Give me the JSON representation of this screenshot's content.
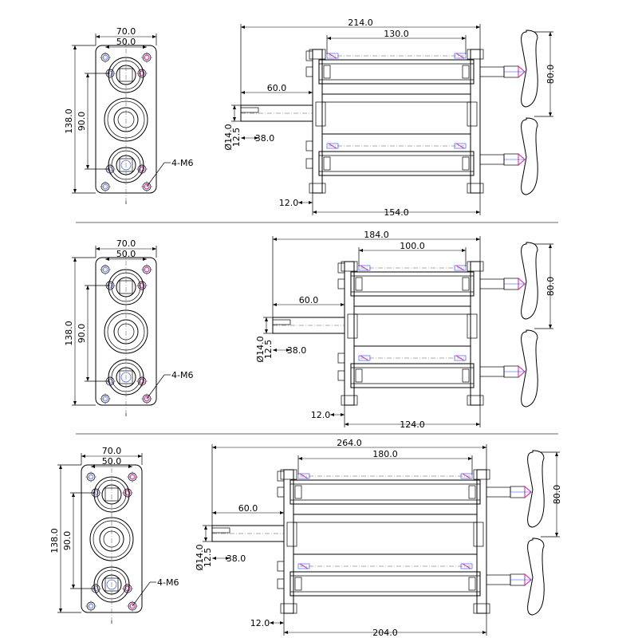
{
  "views": [
    {
      "side": {
        "w70": "70.0",
        "w50": "50.0",
        "h138": "138.0",
        "h90": "90.0",
        "bolt": "4-M6"
      },
      "front": {
        "overall": "214.0",
        "rod": "130.0",
        "shaft": "60.0",
        "dia": "Ø14.0",
        "key": "12.5",
        "keylen": "38.0",
        "handle": "80.0",
        "flange": "12.0",
        "base": "154.0"
      }
    },
    {
      "side": {
        "w70": "70.0",
        "w50": "50.0",
        "h138": "138.0",
        "h90": "90.0",
        "bolt": "4-M6"
      },
      "front": {
        "overall": "184.0",
        "rod": "100.0",
        "shaft": "60.0",
        "dia": "Ø14.0",
        "key": "12.5",
        "keylen": "38.0",
        "handle": "80.0",
        "flange": "12.0",
        "base": "124.0"
      }
    },
    {
      "side": {
        "w70": "70.0",
        "w50": "50.0",
        "h138": "138.0",
        "h90": "90.0",
        "bolt": "4-M6"
      },
      "front": {
        "overall": "264.0",
        "rod": "180.0",
        "shaft": "60.0",
        "dia": "Ø14.0",
        "key": "12.5",
        "keylen": "38.0",
        "handle": "80.0",
        "flange": "12.0",
        "base": "204.0"
      }
    }
  ]
}
